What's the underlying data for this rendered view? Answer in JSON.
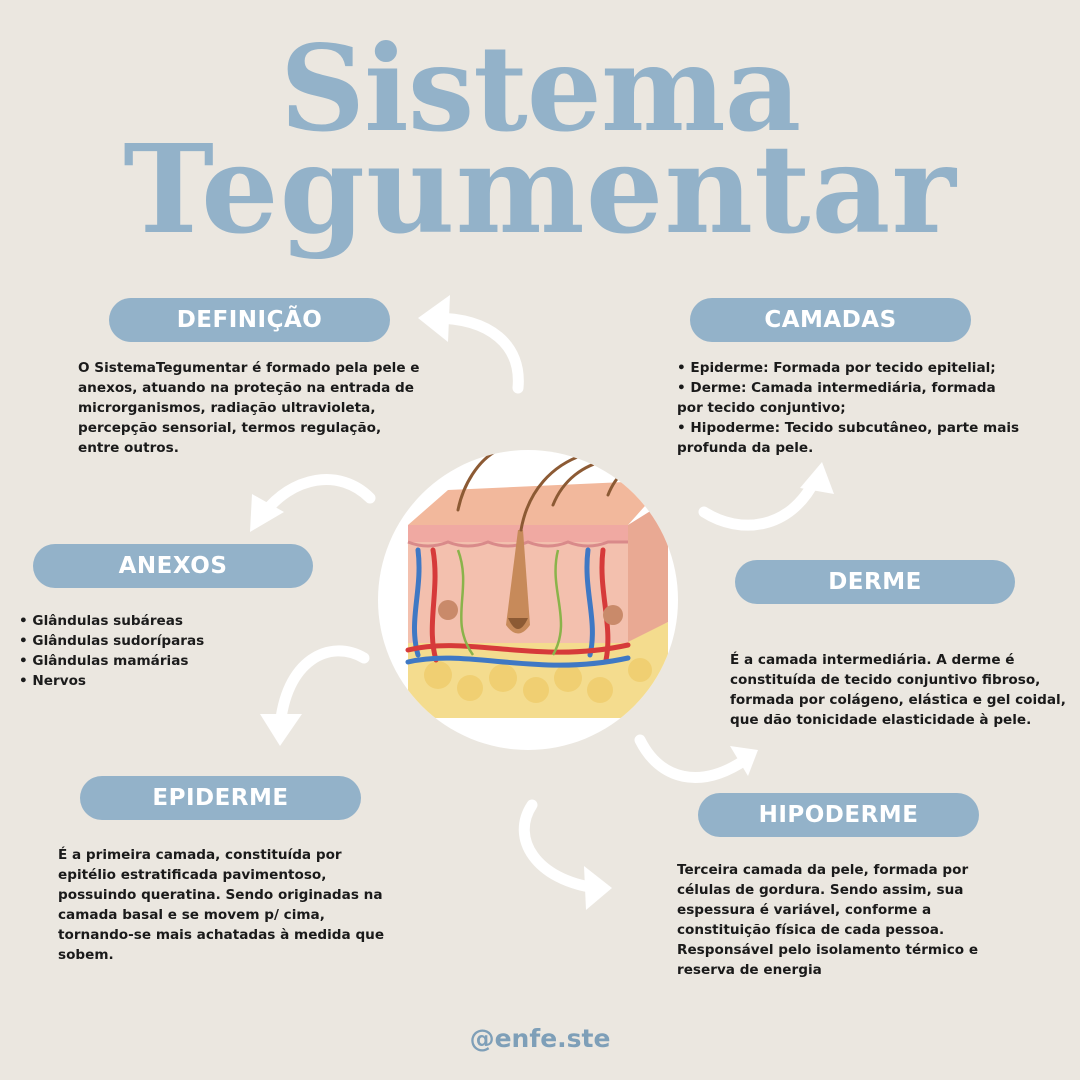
{
  "title": {
    "line1": "Sistema",
    "line2": "Tegumentar"
  },
  "sections": {
    "definicao": {
      "label": "DEFINIÇÃO",
      "lines": [
        "O SistemaTegumentar é formado pela pele e",
        "anexos, atuando na proteção na entrada de",
        "microrganismos, radiação ultravioleta,",
        "percepção sensorial, termos regulação,",
        "entre outros."
      ]
    },
    "camadas": {
      "label": "CAMADAS",
      "lines": [
        "• Epiderme: Formada por tecido epitelial;",
        "• Derme: Camada intermediária,  formada",
        "por tecido conjuntivo;",
        "• Hipoderme: Tecido subcutâneo, parte mais",
        "profunda da pele."
      ]
    },
    "anexos": {
      "label": "ANEXOS",
      "items": [
        "Glândulas subáreas",
        "Glândulas sudoríparas",
        "Glândulas mamárias",
        "Nervos"
      ]
    },
    "derme": {
      "label": "DERME",
      "lines": [
        "É a camada intermediária. A derme é",
        "constituída de tecido conjuntivo fibroso,",
        "formada por colágeno, elástica e gel coidal,",
        "que dão tonicidade elasticidade à pele."
      ]
    },
    "epiderme": {
      "label": "EPIDERME",
      "lines": [
        "É a primeira camada, constituída por",
        "epitélio estratificada pavimentoso,",
        "possuindo queratina. Sendo originadas na",
        "camada basal e se movem p/ cima,",
        "tornando-se mais achatadas à medida que",
        "sobem."
      ]
    },
    "hipoderme": {
      "label": "HIPODERME",
      "lines": [
        "Terceira camada da pele, formada por",
        "células de gordura. Sendo assim, sua",
        "espessura é variável, conforme a",
        "constituição física de cada pessoa.",
        "Responsável pelo isolamento térmico e",
        "reserva de energia"
      ]
    }
  },
  "footer": {
    "handle": "@enfe.ste"
  },
  "colors": {
    "background": "#ebe7e0",
    "accent": "#93b2c9",
    "text": "#1a1a1a"
  },
  "icons": [
    "curved-arrow-icon",
    "skin-diagram-illustration"
  ]
}
